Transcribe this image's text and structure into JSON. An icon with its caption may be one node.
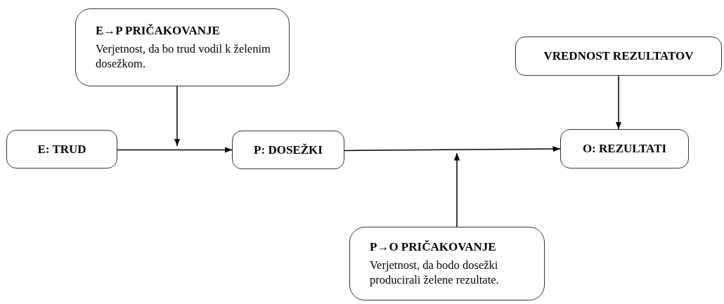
{
  "diagram": {
    "nodes": [
      {
        "text": [
          "E→P  PRIČAKOVANJE",
          "Verjetnost, da bo trud vodil k želenim dosežkom."
        ]
      },
      {
        "text": [
          "VREDNOST REZULTATOV"
        ]
      },
      {
        "text": [
          "E:  TRUD"
        ]
      },
      {
        "text": [
          "P:  DOSEŽKI"
        ]
      },
      {
        "text": [
          "O:  REZULTATI"
        ]
      },
      {
        "text": [
          "P→O  PRIČAKOVANJE",
          "Verjetnost, da bodo dosežki producirali želene rezultate."
        ]
      }
    ],
    "edges": [
      {
        "from": 2,
        "to": 3,
        "arrow": "to"
      },
      {
        "from": 3,
        "to": 4,
        "arrow": "to"
      },
      {
        "from": 1,
        "to": 4,
        "arrow": "to"
      },
      {
        "from": 0,
        "to": null,
        "arrow": "to"
      },
      {
        "from": 5,
        "to": null,
        "arrow": "to"
      }
    ]
  }
}
